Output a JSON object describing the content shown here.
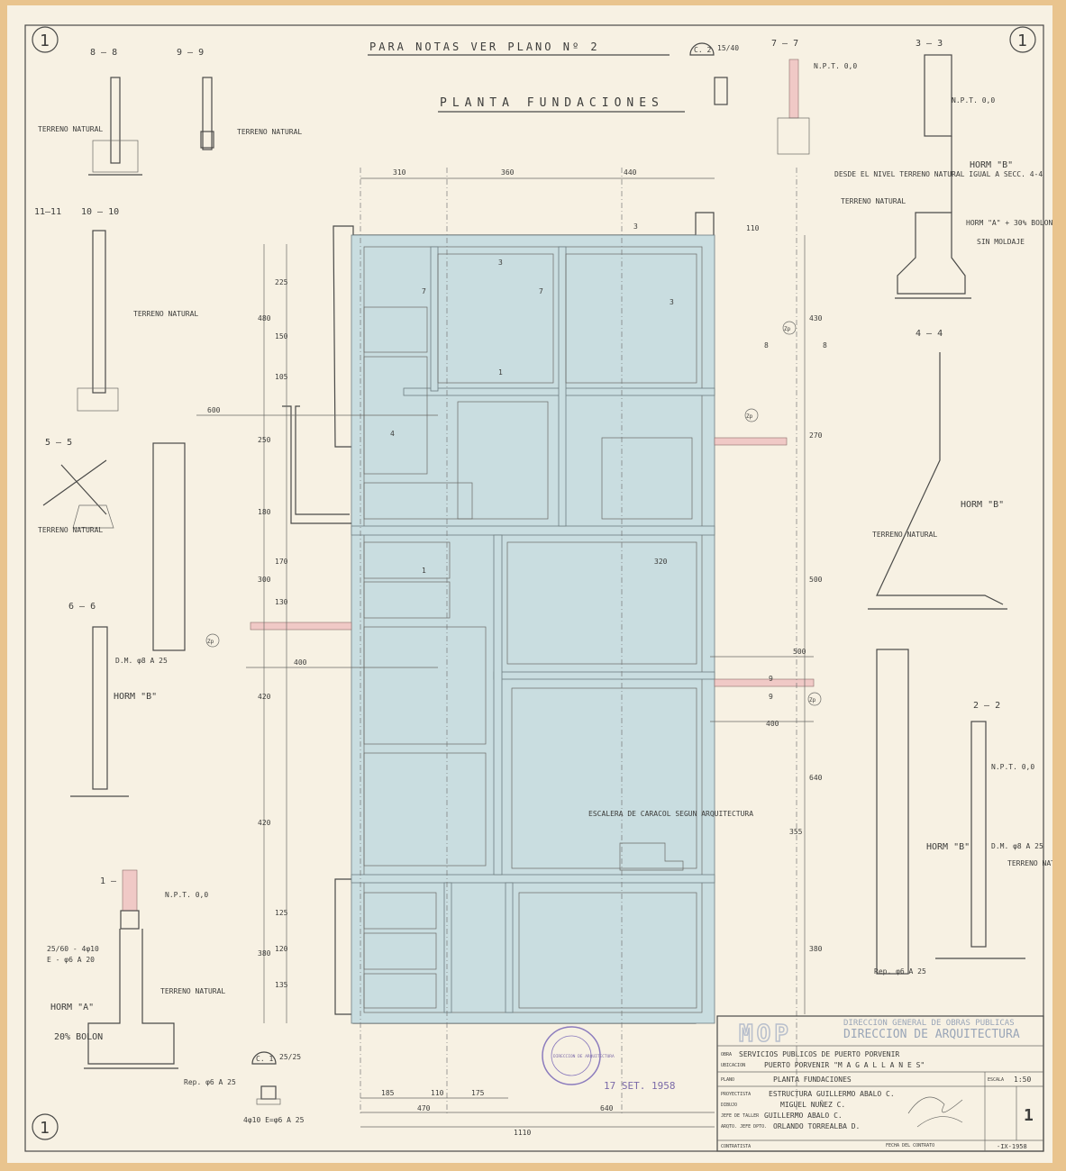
{
  "sheet_number": "1",
  "header": {
    "notes": "PARA NOTAS VER PLANO Nº 2",
    "title": "PLANTA FUNDACIONES"
  },
  "sections": {
    "s88": "8 — 8",
    "s99": "9 — 9",
    "s77": "7 — 7",
    "s33": "3 — 3",
    "s44": "4 — 4",
    "s1111": "11—11",
    "s1010": "10 — 10",
    "s55": "5 — 5",
    "s66": "6 — 6",
    "s11": "1 — 1",
    "s22": "2 — 2",
    "c1": "C. 1",
    "c1dim": "25/25",
    "c2": "C. 2",
    "c2dim": "15/40"
  },
  "notes": {
    "terreno": "TERRENO NATURAL",
    "horm_a": "HORM \"A\"",
    "bolon": "20% BOLON",
    "horm_b": "HORM \"B\"",
    "horm_a30": "HORM \"A\" + 30% BOLON",
    "sin_moldaje": "SIN MOLDAJE",
    "npt": "N.P.T. 0,0",
    "dm": "D.M. φ8 A 25",
    "escalera": "ESCALERA DE CARACOL SEGUN ARQUITECTURA",
    "rep": "Rep. φ6 A 25",
    "c1_steel": "4φ10   E=φ6 A 25",
    "s1_steel": "25/60 - 4φ10",
    "s1_est": "E - φ6 A 20",
    "nivel": "DESDE EL NIVEL TERRENO NATURAL IGUAL A SECC. 4-4"
  },
  "dimensions": {
    "top": [
      "310",
      "360",
      "440"
    ],
    "left_outer": [
      "480",
      "250",
      "180",
      "300",
      "420",
      "420",
      "380"
    ],
    "left_inner": [
      "225",
      "150",
      "105",
      "170",
      "130",
      "125",
      "120",
      "135"
    ],
    "right": [
      "110",
      "430",
      "270",
      "500",
      "640",
      "355",
      "380"
    ],
    "horizontal": [
      "600",
      "400",
      "500",
      "400",
      "320"
    ],
    "bottom_row1": [
      "185",
      "110",
      "175"
    ],
    "bottom_row2": [
      "470",
      "640"
    ],
    "bottom_total": "1110"
  },
  "plan_marks": [
    "3",
    "3",
    "7",
    "7",
    "1",
    "1",
    "4",
    "3",
    "9",
    "9",
    "8",
    "8",
    "Zp",
    "Zp",
    "Zp",
    "Zp"
  ],
  "title_block": {
    "logo": "MOP",
    "agency": "DIRECCION GENERAL DE OBRAS PUBLICAS",
    "department": "DIRECCION DE ARQUITECTURA",
    "obra_label": "OBRA",
    "obra": "SERVICIOS PUBLICOS DE PUERTO PORVENIR",
    "ubicacion_label": "UBICACION",
    "ubicacion": "PUERTO PORVENIR \"M A G A L L A N E S\"",
    "plano_label": "PLANO",
    "plano": "PLANTA FUNDACIONES",
    "escala_label": "ESCALA",
    "escala": "1:50",
    "proyectista_label": "PROYECTISTA",
    "proyectista": "ESTRUCTURA GUILLERMO ABALO C.",
    "dibujo_label": "DIBUJO",
    "dibujo": "MIGUEL NUÑEZ C.",
    "jefe_label": "JEFE DE TALLER",
    "jefe": "GUILLERMO ABALO C.",
    "arqto_label": "ARQTO. JEFE DPTO.",
    "arqto": "ORLANDO TORREALBA D.",
    "contratista_label": "CONTRATISTA",
    "fecha_contrato_label": "FECHA DEL CONTRATO",
    "lamina": "1",
    "fecha": "-IX-1958"
  },
  "stamp": {
    "text": "DIRECCION DE ARQUITECTURA",
    "date": "17 SET. 1958"
  }
}
